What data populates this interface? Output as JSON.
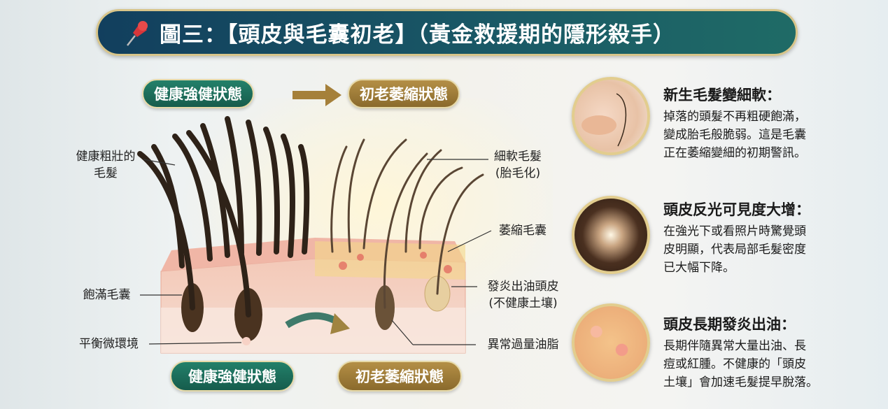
{
  "title": {
    "icon": "pushpin-icon",
    "text": "圖三：【頭皮與毛囊初老】（黃金救援期的隱形殺手）"
  },
  "diagram": {
    "top_left_pill": "健康強健狀態",
    "top_right_pill": "初老萎縮狀態",
    "bottom_left_pill": "健康強健狀態",
    "bottom_right_pill": "初老萎縮狀態",
    "labels_left": [
      {
        "line1": "健康粗壯的",
        "line2": "毛髮"
      },
      {
        "line1": "飽滿毛囊"
      },
      {
        "line1": "平衡微環境"
      }
    ],
    "labels_right": [
      {
        "line1": "細軟毛髮",
        "line2": "(胎毛化)"
      },
      {
        "line1": "萎縮毛囊"
      },
      {
        "line1": "發炎出油頭皮",
        "line2": "(不健康土壤)"
      },
      {
        "line1": "異常過量油脂"
      }
    ]
  },
  "symptoms": [
    {
      "icon": "fine-hair-icon",
      "title": "新生毛髮變細軟：",
      "lines": [
        "掉落的頭髮不再粗硬飽滿，",
        "變成胎毛般脆弱。這是毛囊",
        "正在萎縮變細的初期警訊。"
      ]
    },
    {
      "icon": "magnifier-scalp-icon",
      "title": "頭皮反光可見度大增：",
      "lines": [
        "在強光下或看照片時驚覺頭",
        "皮明顯，代表局部毛髮密度",
        "已大幅下降。"
      ]
    },
    {
      "icon": "inflamed-scalp-icon",
      "title": "頭皮長期發炎出油：",
      "lines": [
        "長期伴隨異常大量出油、長",
        "痘或紅腫。不健康的「頭皮",
        "土壤」會加速毛髮提早脫落。"
      ]
    }
  ],
  "colors": {
    "green": "#1d725e",
    "gold": "#9e7c38",
    "banner": "#164b62"
  }
}
